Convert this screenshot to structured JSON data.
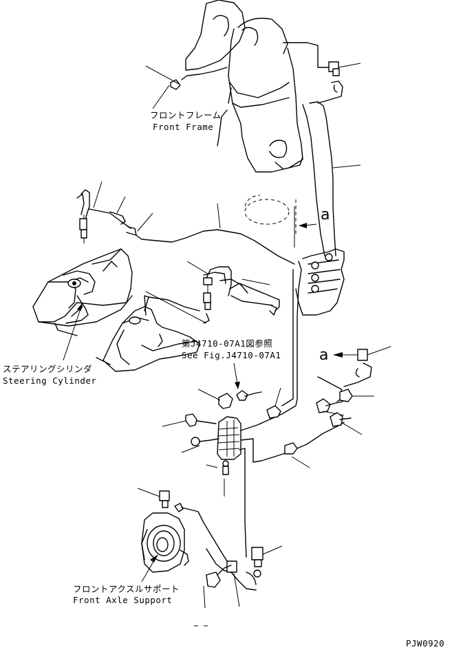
{
  "labels": {
    "front_frame_ja": "フロントフレーム",
    "front_frame_en": "Front Frame",
    "steering_cyl_ja": "ステアリングシリンダ",
    "steering_cyl_en": "Steering Cylinder",
    "see_fig_ja": "第J4710-07A1図参照",
    "see_fig_en": "See Fig.J4710-07A1",
    "axle_support_ja": "フロントアクスルサポート",
    "axle_support_en": "Front Axle Support",
    "view_marker": "a",
    "view_marker_2": "a",
    "drawing_code": "PJW0920"
  }
}
